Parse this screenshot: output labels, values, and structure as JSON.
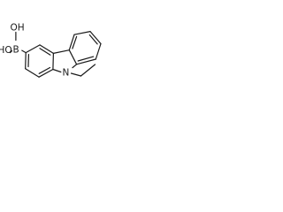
{
  "molecule": {
    "atoms": {
      "oh_upper": "OH",
      "boron": "B",
      "oh_lower": "HO",
      "nitrogen": "N"
    },
    "colors": {
      "bond": "#1a1a1a",
      "label": "#1a1a1a",
      "background": "#ffffff"
    }
  }
}
